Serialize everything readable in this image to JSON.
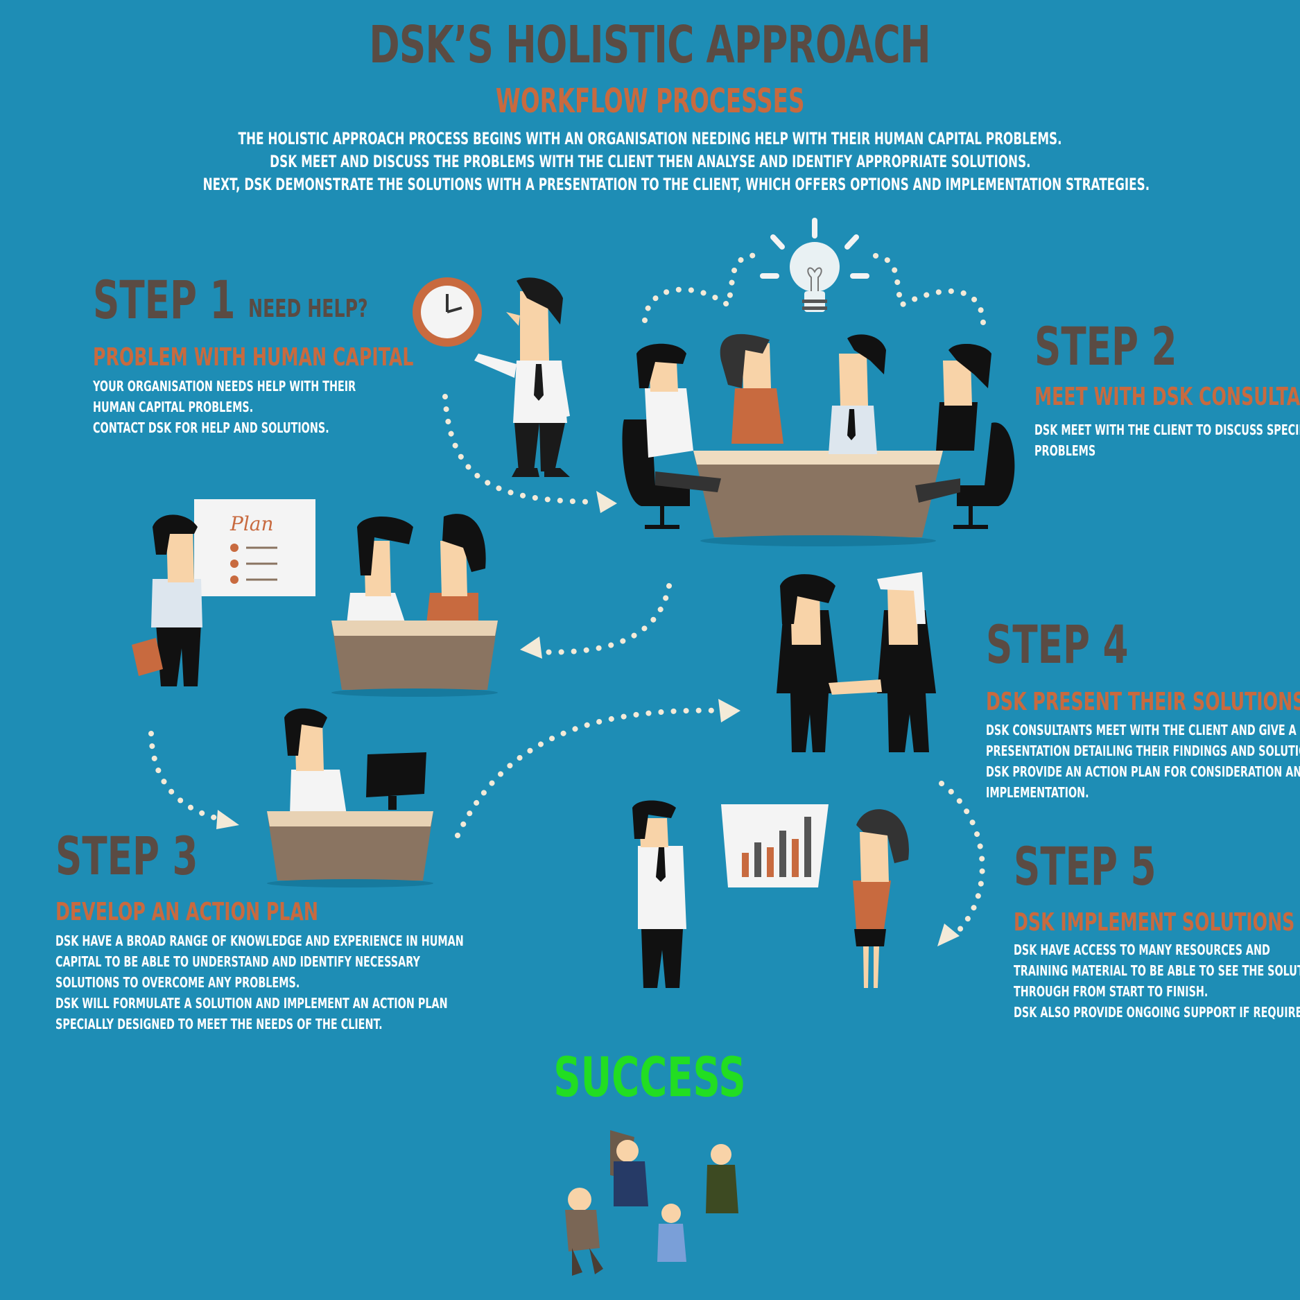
{
  "header": {
    "title": "DSK’S HOLISTIC APPROACH",
    "subtitle": "WORKFLOW PROCESSES",
    "intro": [
      "THE HOLISTIC APPROACH PROCESS BEGINS WITH AN ORGANISATION NEEDING HELP WITH THEIR HUMAN CAPITAL PROBLEMS.",
      "DSK MEET AND DISCUSS THE PROBLEMS WITH THE CLIENT THEN ANALYSE AND IDENTIFY APPROPRIATE SOLUTIONS.",
      "NEXT, DSK DEMONSTRATE THE SOLUTIONS WITH A PRESENTATION TO THE CLIENT, WHICH OFFERS OPTIONS AND IMPLEMENTATION STRATEGIES."
    ]
  },
  "steps": [
    {
      "label": "STEP 1",
      "tag": "NEED HELP?",
      "heading": "PROBLEM WITH HUMAN CAPITAL",
      "lines": [
        "YOUR ORGANISATION NEEDS HELP WITH THEIR",
        "HUMAN CAPITAL PROBLEMS.",
        "CONTACT DSK FOR HELP AND SOLUTIONS."
      ]
    },
    {
      "label": "STEP 2",
      "heading": "MEET WITH DSK CONSULTANTS",
      "lines": [
        "DSK MEET WITH THE CLIENT TO DISCUSS SPECIFIC",
        "PROBLEMS"
      ]
    },
    {
      "label": "STEP 3",
      "heading": "DEVELOP AN ACTION PLAN",
      "lines": [
        "DSK HAVE A BROAD RANGE OF KNOWLEDGE AND EXPERIENCE IN HUMAN",
        "CAPITAL TO BE ABLE TO UNDERSTAND AND IDENTIFY NECESSARY",
        "SOLUTIONS TO OVERCOME ANY PROBLEMS.",
        "DSK WILL FORMULATE A SOLUTION AND IMPLEMENT AN ACTION PLAN",
        "SPECIALLY DESIGNED TO MEET THE NEEDS OF THE CLIENT."
      ]
    },
    {
      "label": "STEP 4",
      "heading": "DSK PRESENT THEIR SOLUTIONS",
      "lines": [
        "DSK CONSULTANTS MEET WITH THE CLIENT AND GIVE A",
        "PRESENTATION DETAILING THEIR FINDINGS AND SOLUTIONS.",
        "DSK PROVIDE AN ACTION PLAN FOR CONSIDERATION AND",
        "IMPLEMENTATION."
      ]
    },
    {
      "label": "STEP 5",
      "heading": "DSK IMPLEMENT SOLUTIONS",
      "lines": [
        "DSK HAVE ACCESS TO MANY RESOURCES AND",
        "TRAINING MATERIAL TO BE ABLE TO SEE THE SOLUTION",
        "THROUGH FROM START TO FINISH.",
        "DSK ALSO PROVIDE ONGOING SUPPORT IF REQUIRED."
      ]
    }
  ],
  "plan_board_text": "Plan",
  "success": "SUCCESS",
  "colors": {
    "background": "#1e8db5",
    "step_label": "#5a4b43",
    "step_heading": "#c86a3f",
    "body_text": "#ffffff",
    "success": "#22dd22"
  }
}
